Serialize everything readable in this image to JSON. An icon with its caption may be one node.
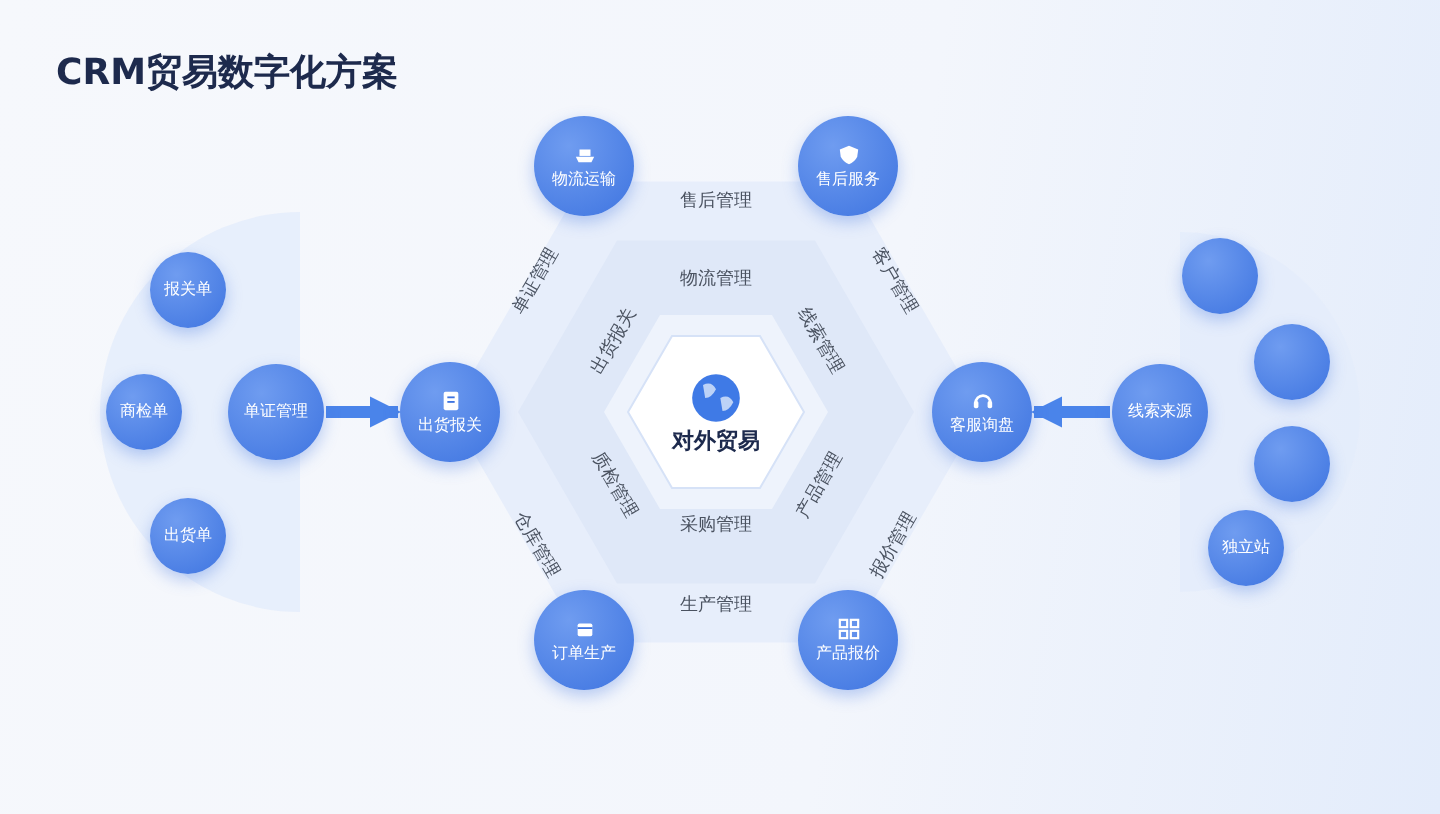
{
  "diagram": {
    "title": "CRM贸易数字化方案",
    "nodes": [
      {
        "text": [
          "报关单"
        ]
      },
      {
        "text": [
          "商检单"
        ]
      },
      {
        "text": [
          "出货单"
        ]
      },
      {
        "text": [
          "单证管理"
        ]
      },
      {
        "text": [
          "出货报关"
        ]
      },
      {
        "text": [
          "物流运输"
        ]
      },
      {
        "text": [
          "售后服务"
        ]
      },
      {
        "text": [
          "对外贸易"
        ]
      },
      {
        "text": [
          "客服询盘"
        ]
      },
      {
        "text": [
          "线索来源"
        ]
      },
      {
        "text": [],
        "shape": "circle"
      },
      {
        "text": [],
        "shape": "circle"
      },
      {
        "text": [],
        "shape": "circle"
      },
      {
        "text": [
          "独立站"
        ]
      },
      {
        "text": [
          "订单生产"
        ]
      },
      {
        "text": [
          "产品报价"
        ]
      }
    ],
    "edges": [
      {
        "from": 3,
        "to": 4,
        "arrow": "to"
      },
      {
        "from": 9,
        "to": 8,
        "arrow": "to"
      }
    ],
    "labels": [
      "售后管理",
      "单证管理",
      "客户管理",
      "物流管理",
      "出货报关",
      "线索管理",
      "质检管理",
      "产品管理",
      "采购管理",
      "仓库管理",
      "报价管理",
      "生产管理"
    ]
  }
}
